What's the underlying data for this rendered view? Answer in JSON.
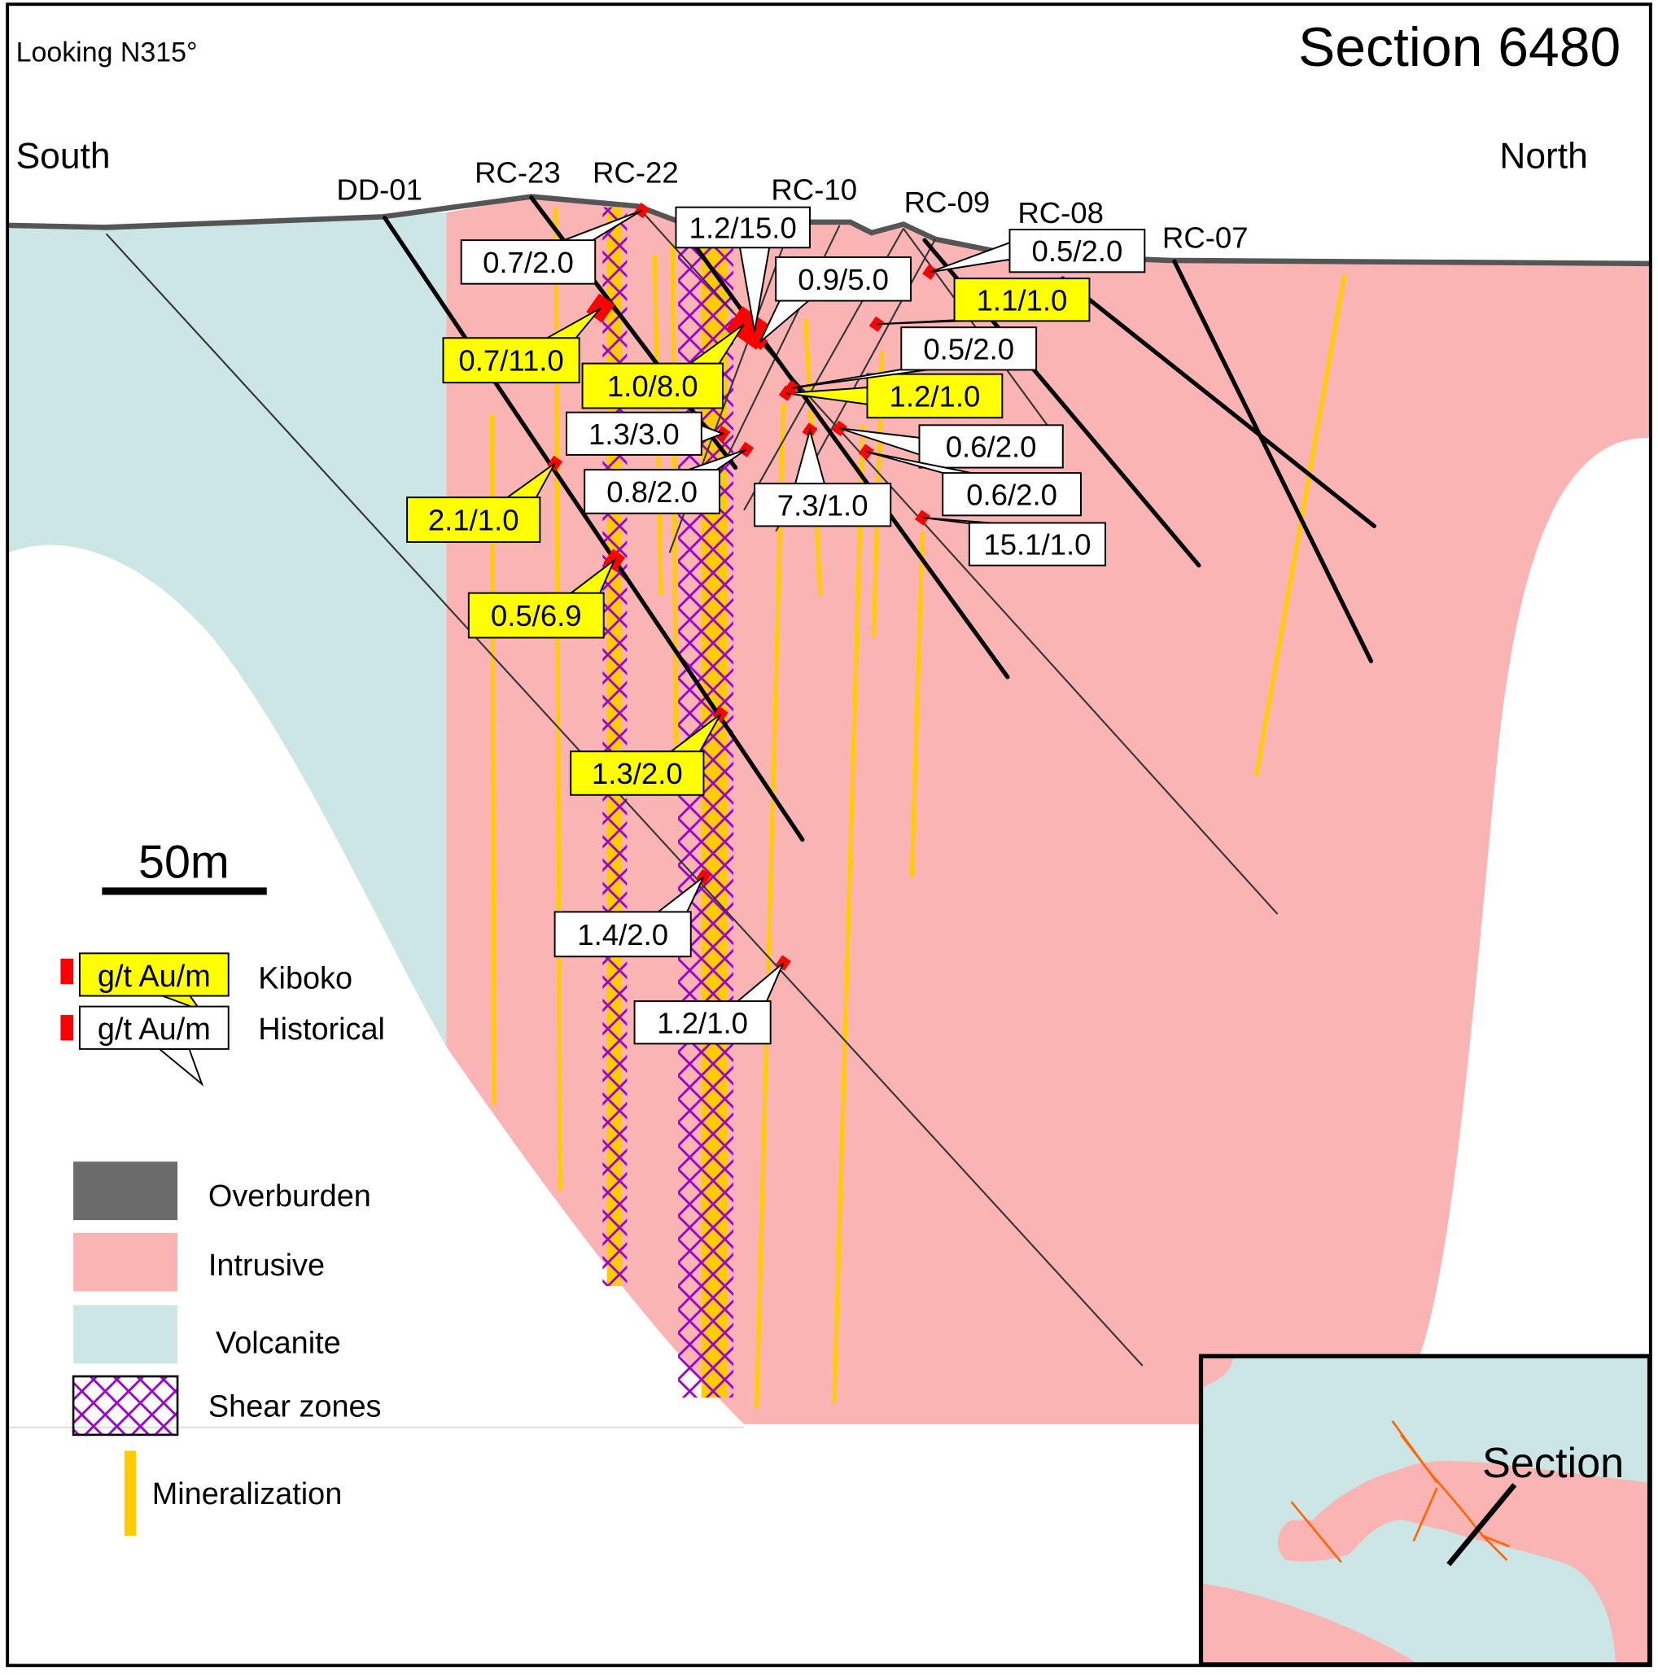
{
  "title": "Section 6480",
  "view": "Looking N315°",
  "south": "South",
  "north": "North",
  "drill_holes": [
    "DD-01",
    "RC-23",
    "RC-22",
    "RC-10",
    "RC-09",
    "RC-08",
    "RC-07"
  ],
  "intercepts": {
    "kiboko": [
      "0.7/11.0",
      "1.0/8.0",
      "1.1/1.0",
      "1.2/1.0",
      "2.1/1.0",
      "0.5/6.9",
      "1.3/2.0"
    ],
    "historical": [
      "1.2/15.0",
      "0.7/2.0",
      "0.9/5.0",
      "0.5/2.0",
      "0.5/2.0",
      "1.3/3.0",
      "0.8/2.0",
      "7.3/1.0",
      "0.6/2.0",
      "0.6/2.0",
      "15.1/1.0",
      "1.4/2.0",
      "1.2/1.0"
    ]
  },
  "scale_bar": "50m",
  "legend": {
    "kiboko_box": "g/t Au/m",
    "kiboko": "Kiboko",
    "historical_box": "g/t Au/m",
    "historical": "Historical",
    "overburden": "Overburden",
    "intrusive": "Intrusive",
    "volcanite": "Volcanite",
    "shear": "Shear zones",
    "mineralization": "Mineralization"
  },
  "inset": {
    "label": "Section"
  },
  "colors": {
    "intrusive": "#fbb4b4",
    "volcanite": "#cce5e5",
    "overburden": "#6b6b6b",
    "shear": "#9900cc",
    "mineralization": "#ffcc00",
    "kiboko_label": "#ffff00",
    "assay_marker": "#ff0000"
  }
}
